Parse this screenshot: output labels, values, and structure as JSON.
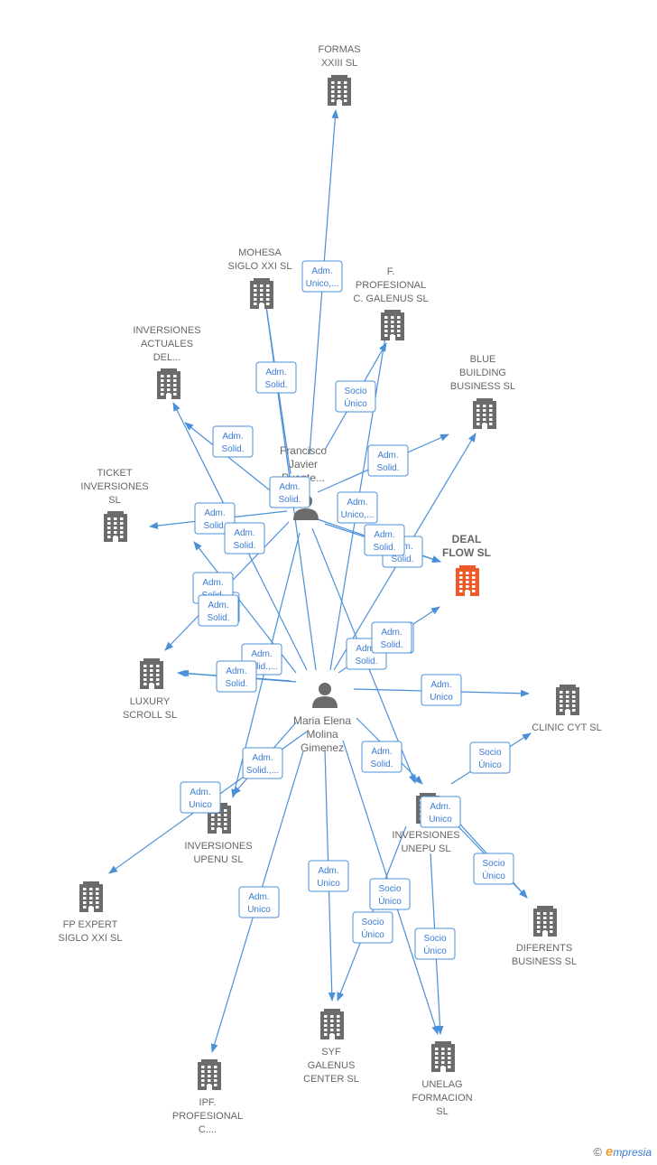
{
  "colors": {
    "edge": "#4a90d9",
    "node": "#6b6b6b",
    "highlight": "#f05a28",
    "label": "#666666"
  },
  "nodes": [
    {
      "id": "formas",
      "type": "company",
      "label": [
        "FORMAS",
        "XXIII  SL"
      ]
    },
    {
      "id": "mohesa",
      "type": "company",
      "label": [
        "MOHESA",
        "SIGLO XXI  SL"
      ]
    },
    {
      "id": "fprof",
      "type": "company",
      "label": [
        "F.",
        "PROFESIONAL",
        "C. GALENUS SL"
      ]
    },
    {
      "id": "invact",
      "type": "company",
      "label": [
        "INVERSIONES",
        "ACTUALES",
        "DEL..."
      ]
    },
    {
      "id": "blue",
      "type": "company",
      "label": [
        "BLUE",
        "BUILDING",
        "BUSINESS  SL"
      ]
    },
    {
      "id": "ticket",
      "type": "company",
      "label": [
        "TICKET",
        "INVERSIONES",
        "SL"
      ]
    },
    {
      "id": "deal",
      "type": "company",
      "highlight": true,
      "label": [
        "DEAL",
        "FLOW  SL"
      ]
    },
    {
      "id": "luxury",
      "type": "company",
      "label": [
        "LUXURY",
        "SCROLL  SL"
      ]
    },
    {
      "id": "clinic",
      "type": "company",
      "label": [
        "CLINIC CYT  SL"
      ]
    },
    {
      "id": "unepu",
      "type": "company",
      "label": [
        "INVERSIONES",
        "UNEPU SL"
      ]
    },
    {
      "id": "upenu",
      "type": "company",
      "label": [
        "INVERSIONES",
        "UPENU  SL"
      ]
    },
    {
      "id": "fpexp",
      "type": "company",
      "label": [
        "FP EXPERT",
        "SIGLO XXI  SL"
      ]
    },
    {
      "id": "diferents",
      "type": "company",
      "label": [
        "DIFERENTS",
        "BUSINESS  SL"
      ]
    },
    {
      "id": "syf",
      "type": "company",
      "label": [
        "SYF",
        "GALENUS",
        "CENTER  SL"
      ]
    },
    {
      "id": "unelag",
      "type": "company",
      "label": [
        "UNELAG",
        "FORMACION",
        "SL"
      ]
    },
    {
      "id": "ipf",
      "type": "company",
      "label": [
        "IPF.",
        "PROFESIONAL",
        "C...."
      ]
    },
    {
      "id": "francisco",
      "type": "person",
      "label": [
        "Francisco",
        "Javier",
        "Puente..."
      ]
    },
    {
      "id": "maria",
      "type": "person",
      "label": [
        "Maria Elena",
        "Molina",
        "Gimenez"
      ]
    }
  ],
  "edges": [
    {
      "from": "francisco",
      "to": "formas",
      "label": [
        "Adm.",
        "Unico,..."
      ]
    },
    {
      "from": "francisco",
      "to": "mohesa",
      "label": [
        "Adm.",
        "Solid."
      ]
    },
    {
      "from": "francisco",
      "to": "fprof",
      "label": [
        "Socio",
        "Único"
      ]
    },
    {
      "from": "francisco",
      "to": "invact",
      "label": [
        "Adm.",
        "Solid."
      ]
    },
    {
      "from": "francisco",
      "to": "blue",
      "label": [
        "Adm.",
        "Solid."
      ]
    },
    {
      "from": "francisco",
      "to": "ticket",
      "label": [
        "Adm.",
        "Solid."
      ]
    },
    {
      "from": "francisco",
      "to": "deal",
      "label": [
        "Adm.",
        "Unico,..."
      ]
    },
    {
      "from": "francisco",
      "to": "deal",
      "label": [
        "Adm.",
        "Solid."
      ]
    },
    {
      "from": "francisco",
      "to": "luxury",
      "label": [
        "Adm.",
        "Solid."
      ]
    },
    {
      "from": "francisco",
      "to": "upenu",
      "label": [
        "Adm.",
        "Solid."
      ]
    },
    {
      "from": "francisco",
      "to": "unepu",
      "label": [
        "Adm.",
        "Solid."
      ]
    },
    {
      "from": "maria",
      "to": "mohesa",
      "label": [
        "Adm.",
        "Solid."
      ]
    },
    {
      "from": "maria",
      "to": "invact",
      "label": [
        "Adm.",
        "Solid."
      ]
    },
    {
      "from": "maria",
      "to": "fprof",
      "label": [
        "Adm.",
        "Solid."
      ]
    },
    {
      "from": "maria",
      "to": "blue",
      "label": [
        "Adm.",
        "Solid."
      ]
    },
    {
      "from": "maria",
      "to": "deal",
      "label": [
        "Adm.",
        "Solid."
      ]
    },
    {
      "from": "maria",
      "to": "ticket",
      "label": [
        "Adm.",
        "Solid."
      ]
    },
    {
      "from": "maria",
      "to": "luxury",
      "label": [
        "Adm.",
        "Solid.,..."
      ]
    },
    {
      "from": "maria",
      "to": "luxury",
      "label": [
        "Adm.",
        "Solid."
      ]
    },
    {
      "from": "maria",
      "to": "clinic",
      "label": [
        "Adm.",
        "Unico"
      ]
    },
    {
      "from": "maria",
      "to": "unepu",
      "label": [
        "Adm.",
        "Solid."
      ]
    },
    {
      "from": "maria",
      "to": "upenu",
      "label": [
        "Adm.",
        "Solid.,..."
      ]
    },
    {
      "from": "maria",
      "to": "fpexp",
      "label": [
        "Adm.",
        "Unico"
      ]
    },
    {
      "from": "maria",
      "to": "syf",
      "label": [
        "Adm.",
        "Unico"
      ]
    },
    {
      "from": "maria",
      "to": "ipf",
      "label": [
        "Adm.",
        "Unico"
      ]
    },
    {
      "from": "maria",
      "to": "unelag",
      "label": [
        "Socio",
        "Único"
      ]
    },
    {
      "from": "unepu",
      "to": "clinic",
      "label": [
        "Socio",
        "Único"
      ]
    },
    {
      "from": "unepu",
      "to": "diferents",
      "label": [
        "Adm.",
        "Unico"
      ]
    },
    {
      "from": "unepu",
      "to": "diferents",
      "label": [
        "Socio",
        "Único"
      ]
    },
    {
      "from": "unepu",
      "to": "syf",
      "label": [
        "Socio",
        "Único"
      ]
    },
    {
      "from": "unepu",
      "to": "unelag",
      "label": [
        "Socio",
        "Único"
      ]
    }
  ],
  "footer": {
    "copyright": "©",
    "brand_initial": "e",
    "brand_rest": "mpresia"
  }
}
